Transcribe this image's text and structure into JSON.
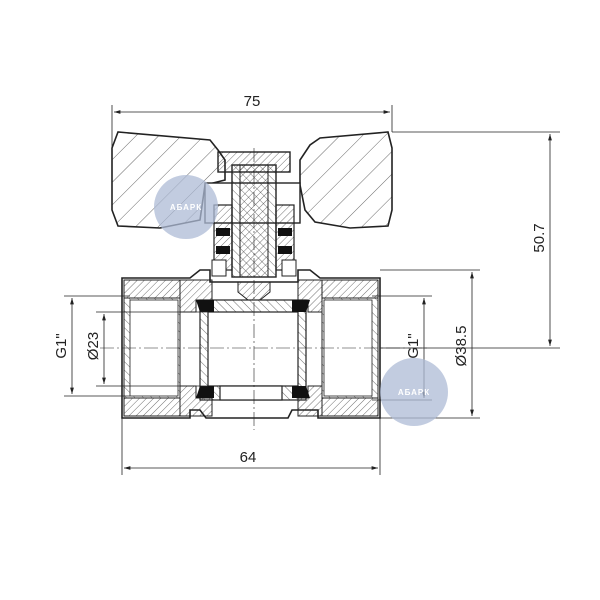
{
  "drawing": {
    "dimensions": {
      "handle_width": "75",
      "total_height": "50.7",
      "body_length": "64",
      "thread_left": "G1\"",
      "bore": "Ø23",
      "thread_right": "G1\"",
      "outer_diameter": "Ø38.5"
    },
    "watermark": "АБАРК",
    "colors": {
      "line": "#222222",
      "watermark": "#aebbd6"
    }
  }
}
